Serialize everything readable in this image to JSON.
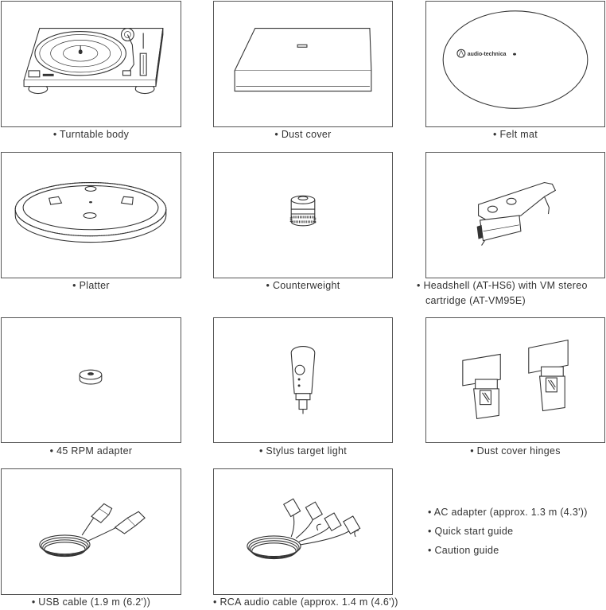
{
  "captions": {
    "turntable_body": "• Turntable body",
    "dust_cover": "• Dust cover",
    "felt_mat": "• Felt mat",
    "platter": "• Platter",
    "counterweight": "• Counterweight",
    "headshell_line1": "• Headshell (AT-HS6) with VM stereo",
    "headshell_line2": "cartridge (AT-VM95E)",
    "rpm_adapter": "• 45 RPM adapter",
    "stylus_light": "• Stylus target light",
    "hinges": "• Dust cover hinges",
    "usb_cable": "• USB cable (1.9 m (6.2'))",
    "rca_cable": "• RCA audio cable (approx. 1.4 m (4.6'))"
  },
  "extras": [
    "• AC adapter (approx. 1.3 m (4.3'))",
    "• Quick start guide",
    "• Caution guide"
  ],
  "felt_mat_logo": "audio-technica"
}
